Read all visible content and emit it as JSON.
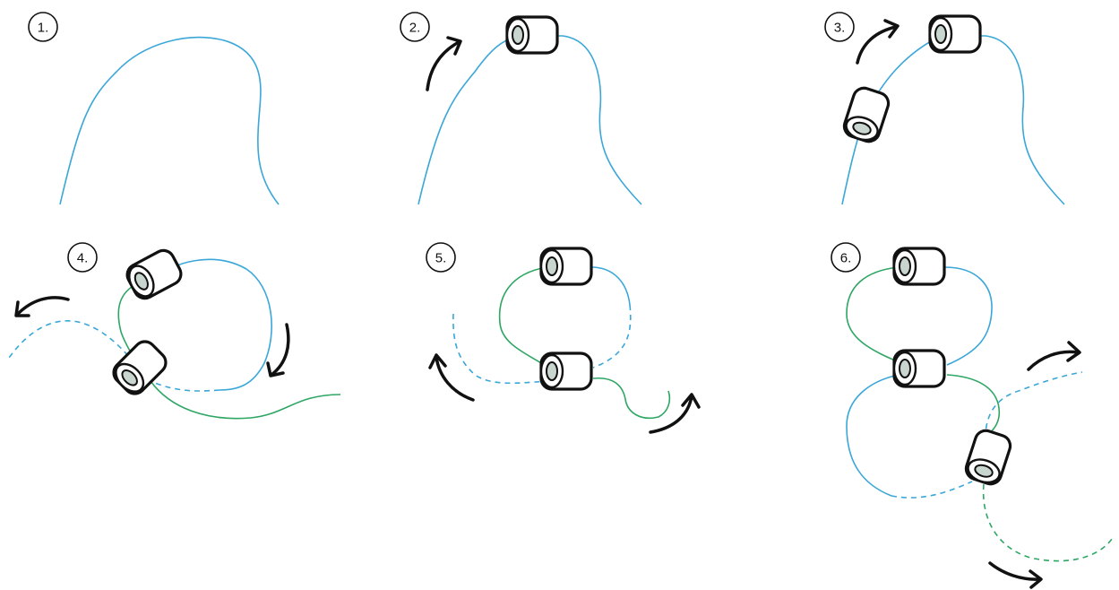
{
  "colors": {
    "blue_cord": "#3aa7d8",
    "green_cord": "#2ea664",
    "bead_outline": "#111111",
    "bead_hole": "#c9d6d0",
    "arrow": "#111111",
    "background": "#ffffff"
  },
  "steps": [
    {
      "label": "1."
    },
    {
      "label": "2."
    },
    {
      "label": "3."
    },
    {
      "label": "4."
    },
    {
      "label": "5."
    },
    {
      "label": "6."
    }
  ]
}
